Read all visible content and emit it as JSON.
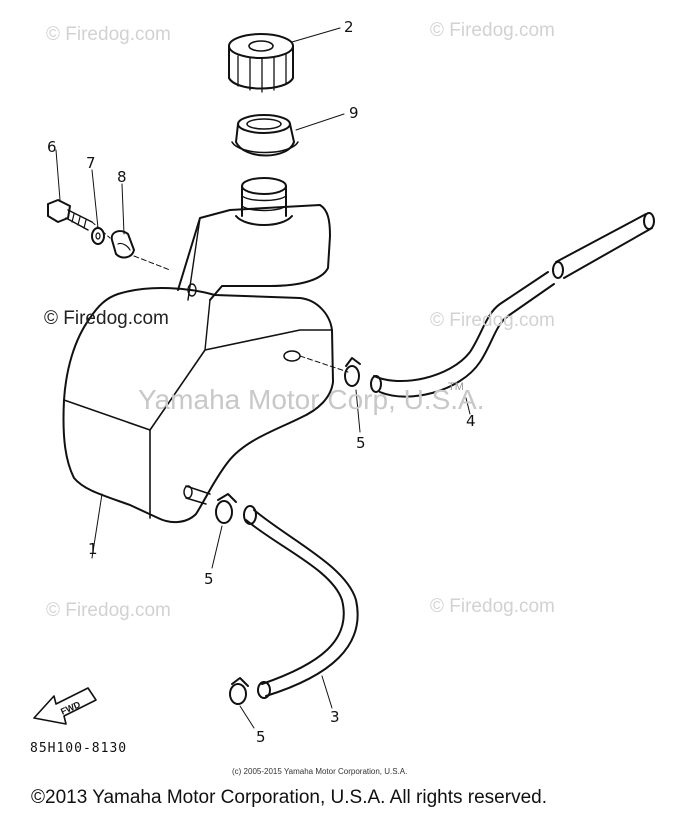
{
  "watermarks": {
    "repeat_text": "© Firedog.com",
    "center_text": "Yamaha Motor Corp, U.S.A.",
    "tm": "TM"
  },
  "callouts": {
    "fuel_cap": "2",
    "cap_gasket": "9",
    "bolt": "6",
    "washer": "7",
    "grommet": "8",
    "breather_hose": "4",
    "clamp_upper": "5",
    "clamp_middle": "5",
    "clamp_lower": "5",
    "fuel_hose": "3",
    "fuel_tank": "1"
  },
  "fwd_label": "FWD",
  "diagram_code": "85H100-8130",
  "small_copyright": "(c) 2005-2015 Yamaha Motor Corporation, U.S.A.",
  "copyright": "©2013 Yamaha Motor Corporation, U.S.A. All rights reserved."
}
